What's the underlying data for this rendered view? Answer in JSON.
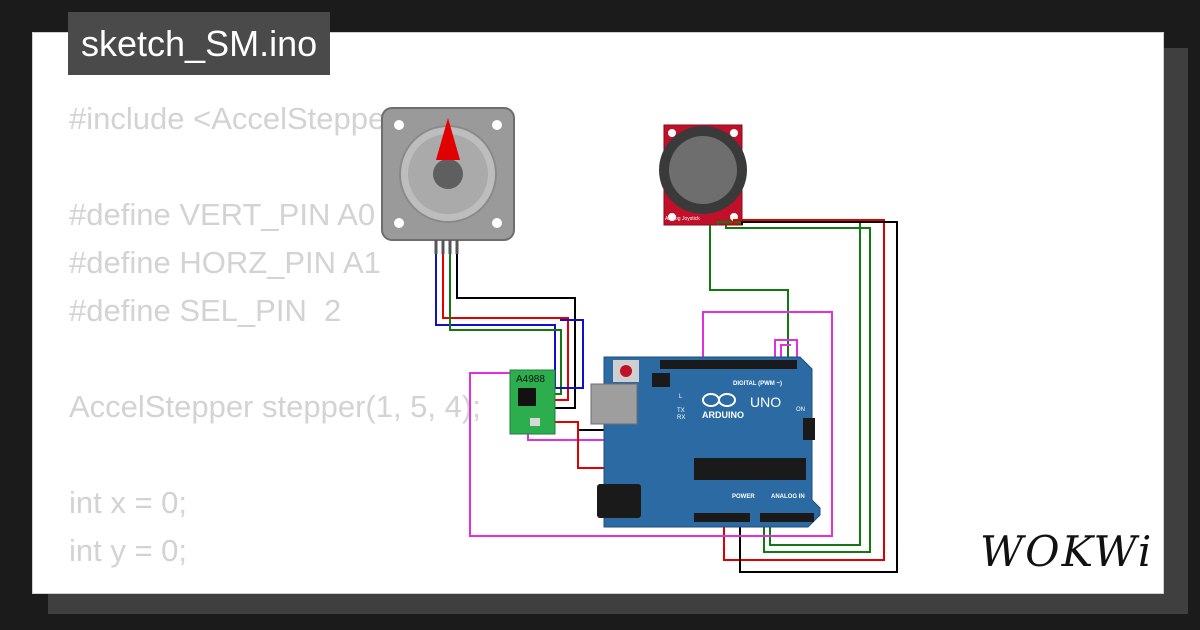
{
  "title": "sketch_SM.ino",
  "code_lines": [
    "#include <AccelStepper.h>",
    "",
    "#define VERT_PIN A0",
    "#define HORZ_PIN A1",
    "#define SEL_PIN  2",
    "",
    "AccelStepper stepper(1, 5, 4);",
    "",
    "int x = 0;",
    "int y = 0;"
  ],
  "components": {
    "driver_label": "A4988",
    "arduino_brand": "ARDUINO",
    "arduino_model": "UNO",
    "digital_header_label": "DIGITAL (PWM ~)",
    "power_header_label": "POWER",
    "analog_header_label": "ANALOG IN",
    "led_labels": [
      "L",
      "TX",
      "RX",
      "ON"
    ],
    "joystick_label": "Analog Joystick"
  },
  "branding": {
    "logo_text": "WOKWi"
  },
  "colors": {
    "wire_red": "#e00000",
    "wire_green": "#107a10",
    "wire_blue": "#1010c8",
    "wire_black": "#000000",
    "wire_magenta": "#e030e0",
    "arduino_board": "#2b6aa3",
    "driver_board": "#2cae4f",
    "joystick_board": "#c0102a",
    "motor_pointer": "#e00000"
  }
}
